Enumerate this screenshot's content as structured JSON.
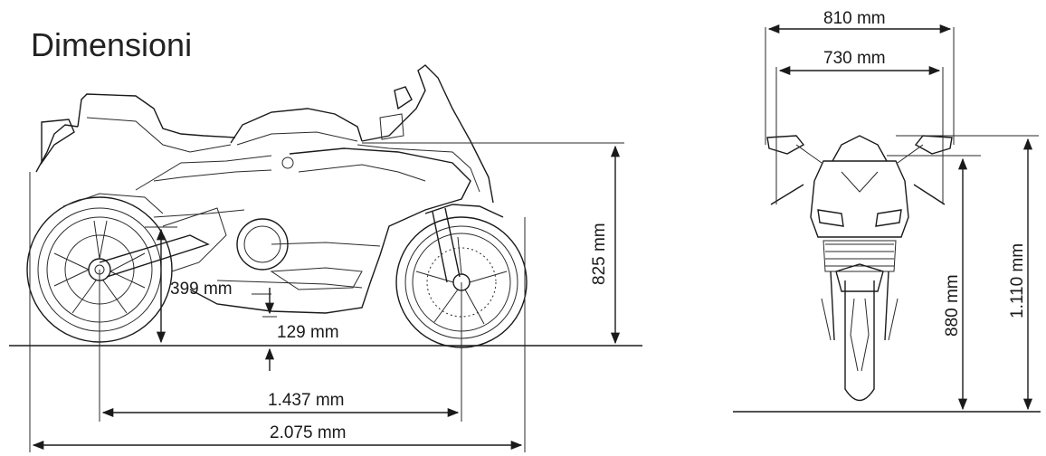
{
  "title": "Dimensioni",
  "side_view": {
    "overall_height": "825 mm",
    "seat_offset": "399 mm",
    "ground_clearance": "129 mm",
    "wheelbase": "1.437 mm",
    "overall_length": "2.075 mm"
  },
  "front_view": {
    "mirror_width": "810 mm",
    "handlebar_width": "730 mm",
    "seat_height": "880 mm",
    "overall_height": "1.110 mm"
  }
}
